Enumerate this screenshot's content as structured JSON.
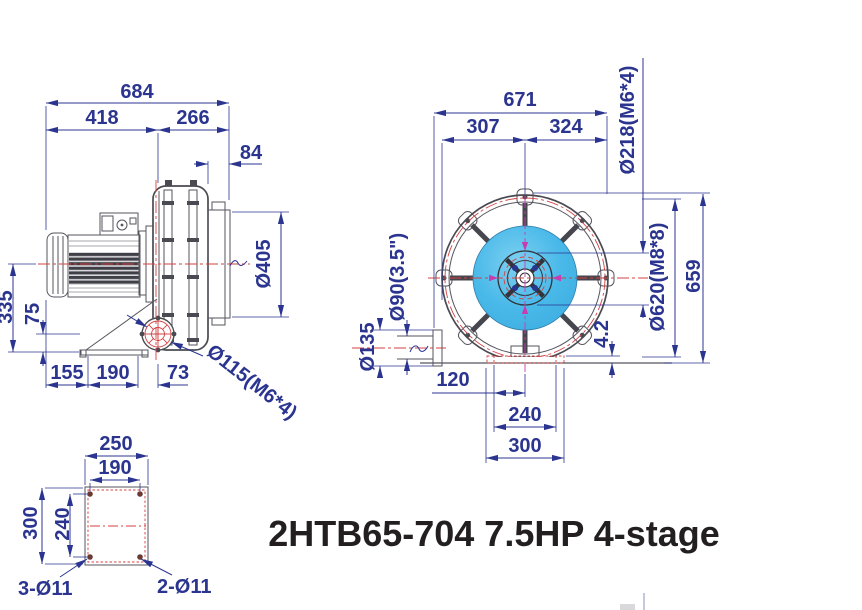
{
  "title": "2HTB65-704 7.5HP 4-stage",
  "colors": {
    "dimension_text": "#2b3590",
    "drawing_line": "#55555e",
    "centerline_red": "#d24242",
    "centerline_magenta": "#c83cb0",
    "impeller_blue": "#45b7e8",
    "title_text": "#231f20"
  },
  "side_view": {
    "total_length": "684",
    "motor_section": "418",
    "blower_section": "266",
    "outlet_length": "84",
    "casing_diameter": "Ø405",
    "axis_height": "335",
    "inlet_center_height": "75",
    "base_offset": "155",
    "base_length": "190",
    "inlet_center_offset": "73",
    "inlet_flange": "Ø115(M6*4)"
  },
  "front_view": {
    "total_width": "671",
    "center_to_outlet": "307",
    "center_to_edge": "324",
    "inlet_flange_bolts": "Ø218(M6*4)",
    "outlet_bore": "Ø90(3.5\")",
    "outlet_flange_od": "Ø135",
    "casing_bolt_circle": "Ø620(M8*8)",
    "total_height": "659",
    "base_plate_detail": "4.2",
    "base_bolt_to_center": "120",
    "base_bolt_spacing": "240",
    "base_width": "300"
  },
  "base_view": {
    "plate_width": "250",
    "bolt_spacing_x": "190",
    "plate_depth": "300",
    "bolt_spacing_y": "240",
    "holes_front": "3-Ø11",
    "holes_rear": "2-Ø11"
  }
}
